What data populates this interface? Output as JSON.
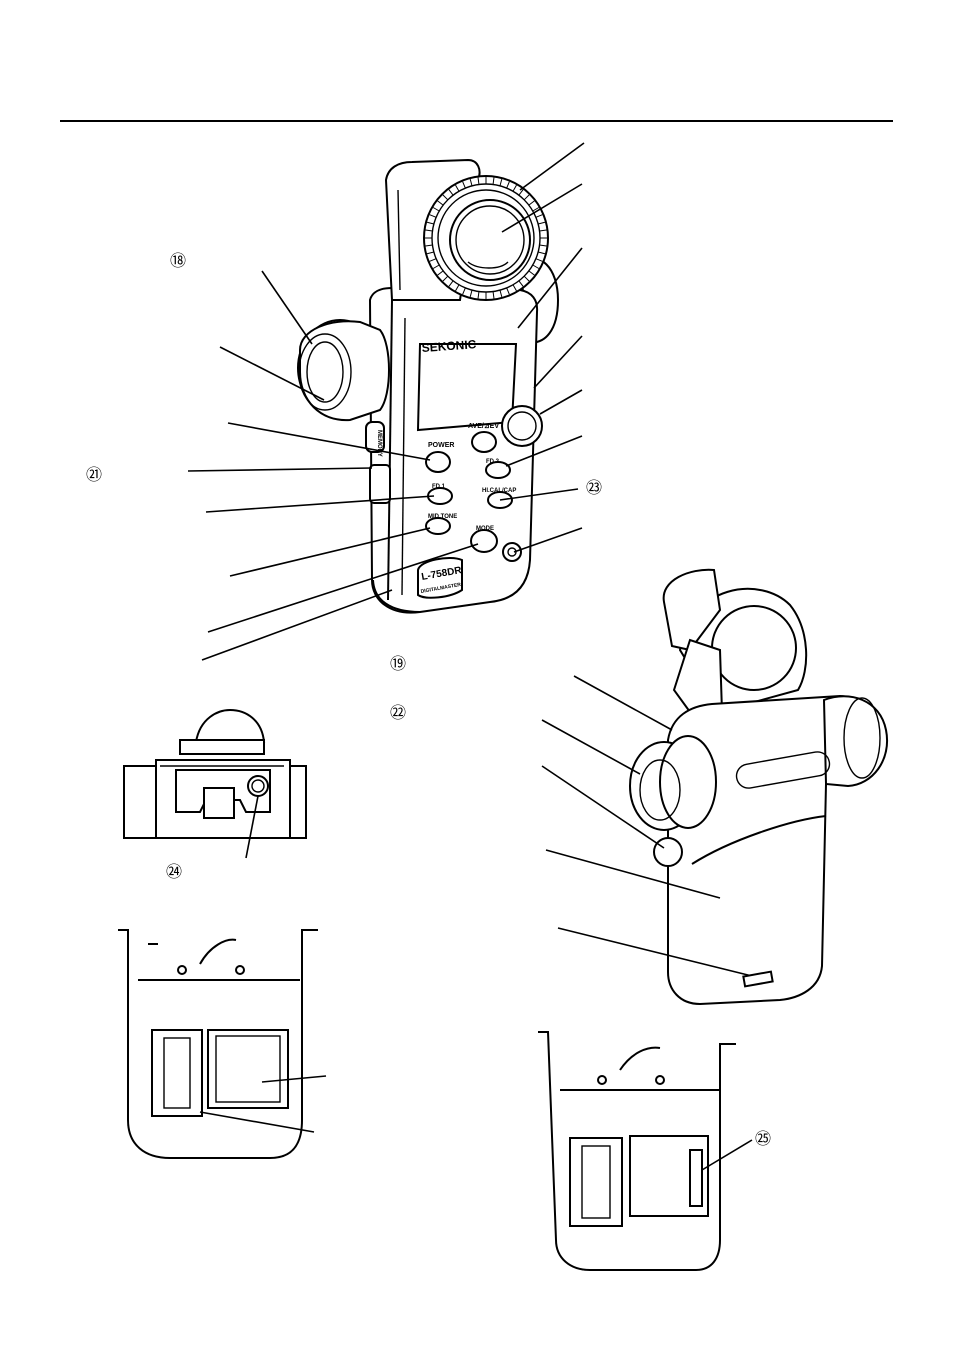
{
  "callouts": {
    "c18": "⑱",
    "c19": "⑲",
    "c21": "㉑",
    "c22": "㉒",
    "c23": "㉓",
    "c24": "㉔",
    "c25": "㉕"
  },
  "meter_front": {
    "brand": "SEKONIC",
    "buttons": {
      "power": "POWER",
      "ave_ev": "AVE/⊿EV",
      "fd1": "FD 1",
      "fd2": "FD 2",
      "mid_tone": "MID.TONE",
      "hi_cal": "HI.CAL/CAP",
      "mode": "MODE"
    },
    "side_text": "MEMORY",
    "model": "L-758DR",
    "model_sub": "DIGITALMASTER"
  }
}
